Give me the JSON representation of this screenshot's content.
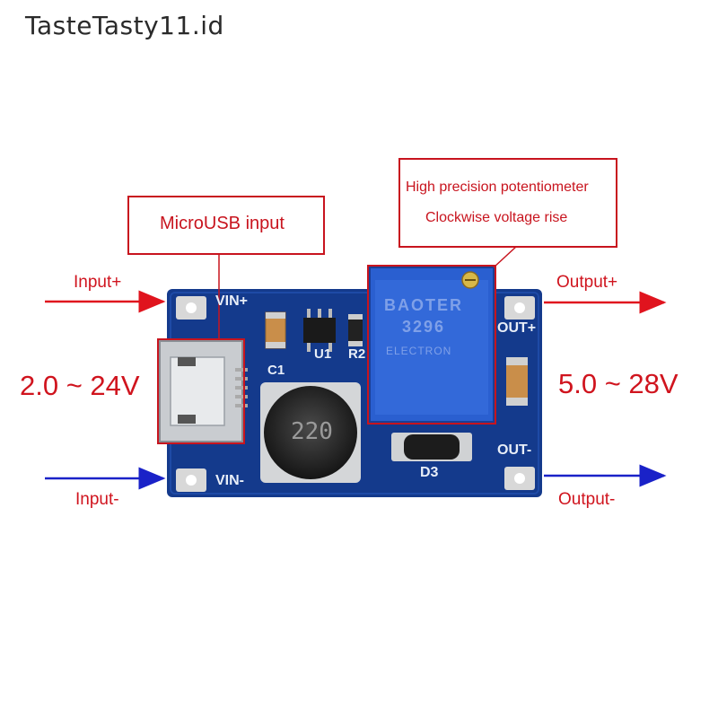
{
  "watermark": "TasteTasty11.id",
  "callouts": {
    "microusb": "MicroUSB input",
    "pot_line1": "High precision potentiometer",
    "pot_line2": "Clockwise voltage rise"
  },
  "labels": {
    "input_plus": "Input+",
    "input_minus": "Input-",
    "output_plus": "Output+",
    "output_minus": "Output-",
    "input_range": "2.0 ~ 24V",
    "output_range": "5.0 ~ 28V"
  },
  "board": {
    "vin_plus": "VIN+",
    "vin_minus": "VIN-",
    "out_plus": "OUT+",
    "out_minus": "OUT-",
    "c1": "C1",
    "u1": "U1",
    "r2": "R2",
    "d3": "D3",
    "inductor_value": "220",
    "pot_marking_1": "BAOTER",
    "pot_marking_2": "3296",
    "pot_marking_3": "ELECTRON"
  },
  "colors": {
    "positive_arrow": "#e0141e",
    "negative_arrow": "#1a22c8",
    "pcb": "#143a8c",
    "callout_border": "#c8141e"
  }
}
